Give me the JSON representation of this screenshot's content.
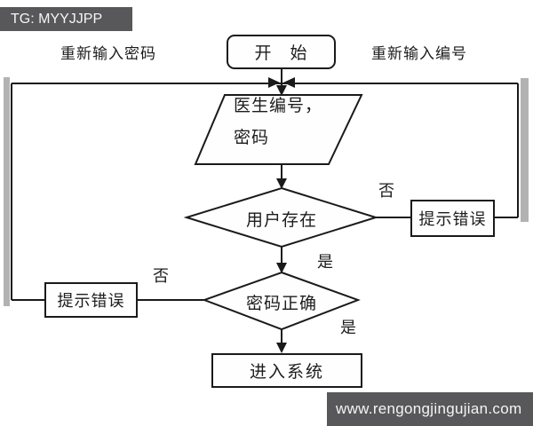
{
  "watermarks": {
    "tg_banner": "TG: MYYJJPP",
    "site_banner": "www.rengongjingujian.com"
  },
  "labels": {
    "reenter_password": "重新输入密码",
    "reenter_id": "重新输入编号",
    "no_user": "否",
    "yes_user": "是",
    "no_password": "否",
    "yes_password": "是"
  },
  "nodes": {
    "start": "开　始",
    "input_line1": "医生编号，",
    "input_line2": "密码",
    "decision_user_exists": "用户存在",
    "decision_password_correct": "密码正确",
    "error_prompt_right": "提示错误",
    "error_prompt_left": "提示错误",
    "enter_system": "进入系统"
  },
  "colors": {
    "line": "#1a1a1a",
    "banner_bg": "#58585b",
    "shadow": "#b2b2b2"
  }
}
